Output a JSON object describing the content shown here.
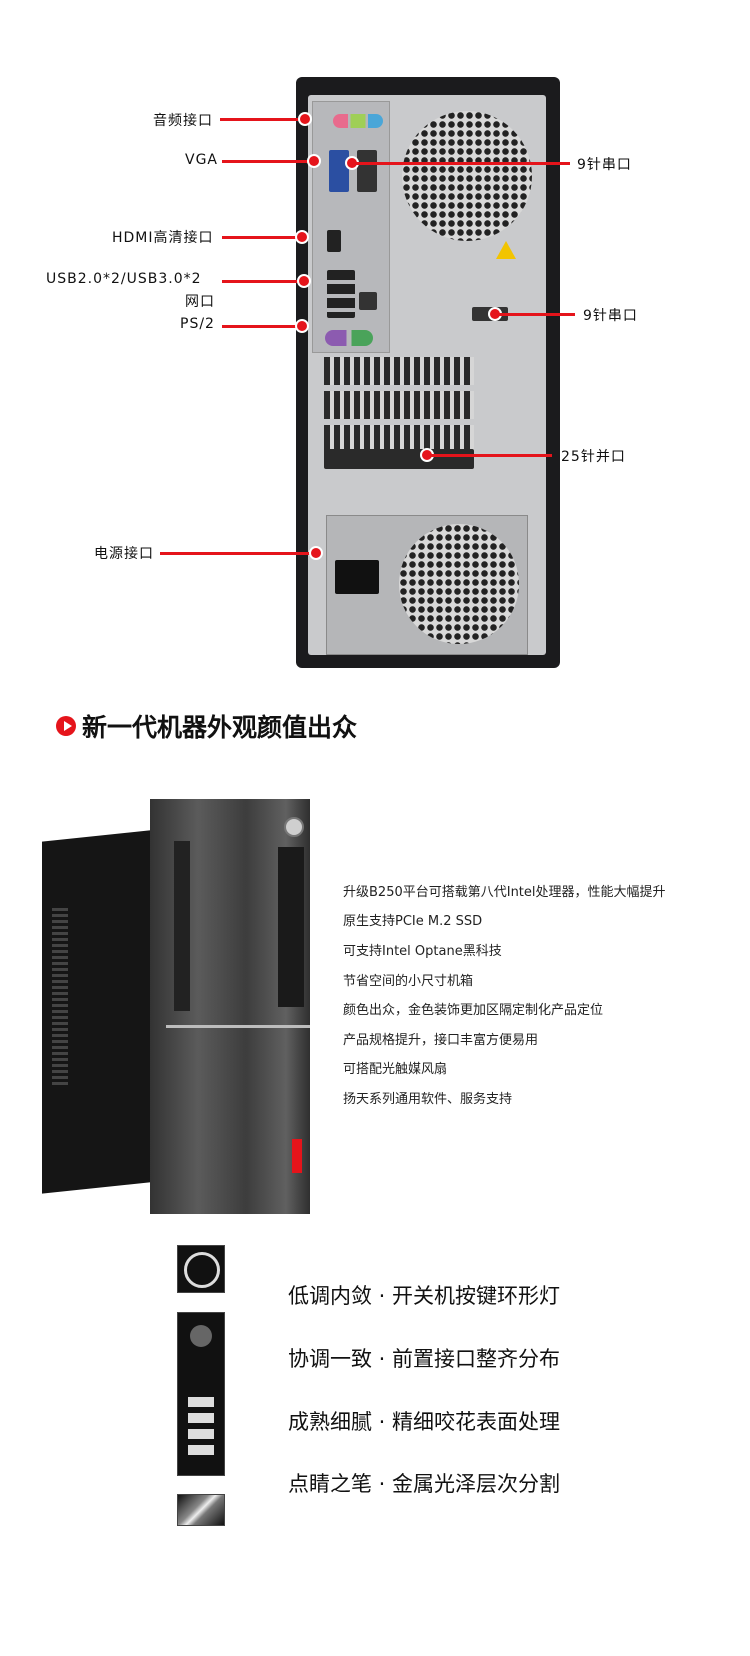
{
  "rear_labels": {
    "audio": "音频接口",
    "vga": "VGA",
    "hdmi": "HDMI高清接口",
    "usb_line1": "USB2.0*2/USB3.0*2",
    "usb_line2": "网口",
    "ps2": "PS/2",
    "power": "电源接口",
    "serial_top": "9针串口",
    "serial_lower": "9针串口",
    "parallel": "25针并口"
  },
  "colors": {
    "accent": "#e5141b",
    "panel": "#1b1b1d"
  },
  "section": {
    "title": "新一代机器外观颜值出众",
    "icon": "play-circle-icon"
  },
  "features": [
    "升级B250平台可搭载第八代Intel处理器，性能大幅提升",
    "原生支持PCIe M.2 SSD",
    "可支持Intel Optane黑科技",
    "节省空间的小尺寸机箱",
    "颜色出众，金色装饰更加区隔定制化产品定位",
    "产品规格提升，接口丰富方便易用",
    "可搭配光触媒风扇",
    "扬天系列通用软件、服务支持"
  ],
  "design_points": [
    "低调内敛 · 开关机按键环形灯",
    "协调一致 · 前置接口整齐分布",
    "成熟细腻 · 精细咬花表面处理",
    "点睛之笔 · 金属光泽层次分割"
  ]
}
